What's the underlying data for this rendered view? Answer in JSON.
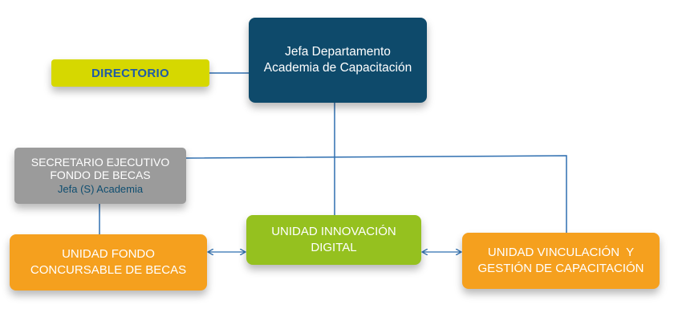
{
  "nodes": {
    "jefa": {
      "line1": "Jefa Departamento",
      "line2": "Academia de Capacitación"
    },
    "directorio": {
      "label": "DIRECTORIO"
    },
    "secretario": {
      "line1": "SECRETARIO EJECUTIVO",
      "line2": "FONDO DE BECAS",
      "sub": "Jefa (S) Academia"
    },
    "fondo": {
      "line1": "UNIDAD FONDO",
      "line2": "CONCURSABLE DE BECAS"
    },
    "innovacion": {
      "line1": "UNIDAD INNOVACIÓN",
      "line2": "DIGITAL"
    },
    "vinculacion": {
      "line1": "UNIDAD VINCULACIÓN  Y",
      "line2": "GESTIÓN DE CAPACITACIÓN"
    }
  },
  "colors": {
    "jefa": "#0e4a6b",
    "directorio": "#d6d800",
    "secretario": "#9b9b9b",
    "unidades_naranja": "#f5a01e",
    "innovacion": "#95c11f",
    "connector": "#2f6fb0"
  }
}
